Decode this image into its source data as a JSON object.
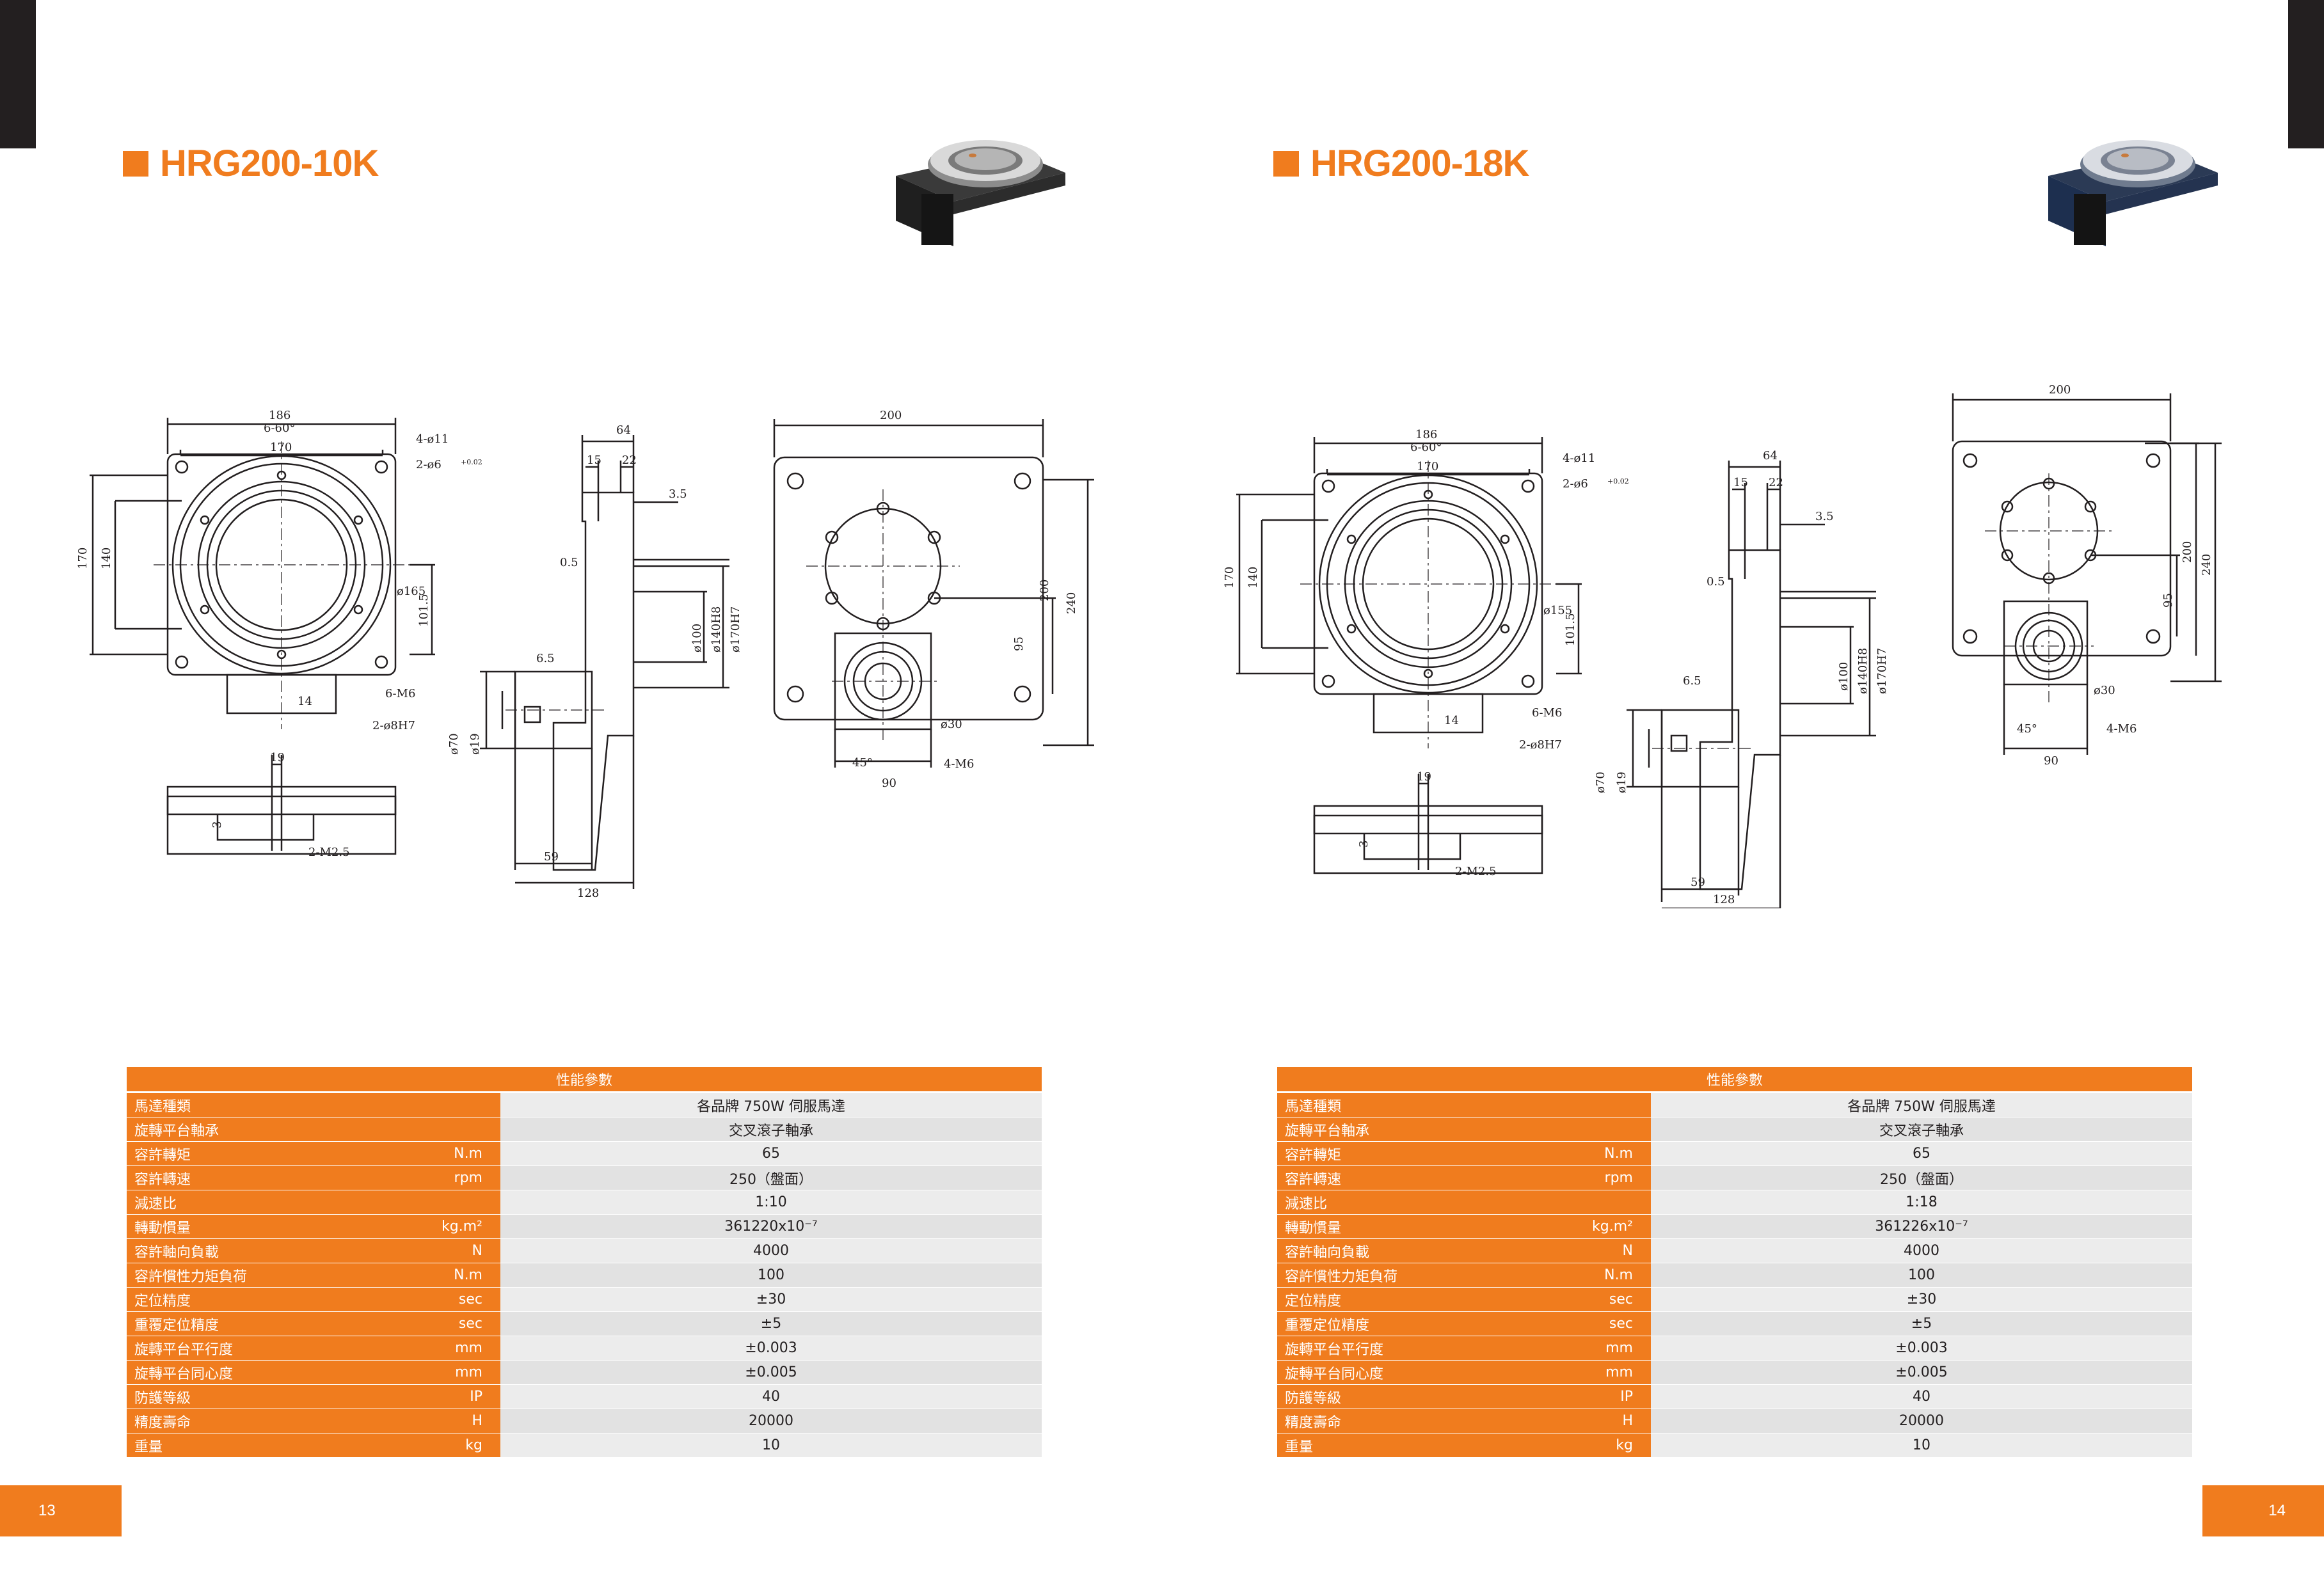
{
  "colors": {
    "accent": "#f07c1e",
    "dark": "#231f20",
    "row_gray": "#e6e6e6"
  },
  "pages": [
    {
      "title": "HRG200-10K",
      "page_number": "13",
      "photo_color": "#1f1f1f",
      "dims": {
        "w186": "186",
        "w170": "170",
        "a660": "6-60°",
        "h411": "4-ø11",
        "h26": "2-ø6",
        "tol": "+0.02",
        "h170": "170",
        "h140": "140",
        "d165": "ø165",
        "h101": "101.5",
        "m6": "6-M6",
        "w14": "14",
        "h2b": "2-ø8H7",
        "w64": "64",
        "w15": "15",
        "w22": "22",
        "h35": "3.5",
        "h05": "0.5",
        "h65": "6.5",
        "d100": "ø100",
        "d140": "ø140H8",
        "d170": "ø170H7",
        "d70": "ø70",
        "d19": "ø19",
        "w59": "59",
        "w128": "128",
        "w19": "19",
        "h3": "3",
        "m25": "2-M2.5",
        "w200": "200",
        "h200": "200",
        "h240": "240",
        "h95": "95",
        "d30": "ø30",
        "a45": "45°",
        "w90": "90",
        "m46": "4-M6"
      },
      "table": {
        "header": "性能參數",
        "rows": [
          {
            "name": "馬達種類",
            "unit": "",
            "value": "各品牌 750W 伺服馬達"
          },
          {
            "name": "旋轉平台軸承",
            "unit": "",
            "value": "交叉滾子軸承"
          },
          {
            "name": "容許轉矩",
            "unit": "N.m",
            "value": "65"
          },
          {
            "name": "容許轉速",
            "unit": "rpm",
            "value": "250（盤面）"
          },
          {
            "name": "減速比",
            "unit": "",
            "value": "1:10"
          },
          {
            "name": "轉動慣量",
            "unit": "kg.m²",
            "value": "361220x10⁻⁷"
          },
          {
            "name": "容許軸向負載",
            "unit": "N",
            "value": "4000"
          },
          {
            "name": "容許慣性力矩負荷",
            "unit": "N.m",
            "value": "100"
          },
          {
            "name": "定位精度",
            "unit": "sec",
            "value": "±30"
          },
          {
            "name": "重覆定位精度",
            "unit": "sec",
            "value": "±5"
          },
          {
            "name": "旋轉平台平行度",
            "unit": "mm",
            "value": "±0.003"
          },
          {
            "name": "旋轉平台同心度",
            "unit": "mm",
            "value": "±0.005"
          },
          {
            "name": "防護等級",
            "unit": "IP",
            "value": "40"
          },
          {
            "name": "精度壽命",
            "unit": "H",
            "value": "20000"
          },
          {
            "name": "重量",
            "unit": "kg",
            "value": "10"
          }
        ]
      }
    },
    {
      "title": "HRG200-18K",
      "page_number": "14",
      "photo_color": "#1d2f4f",
      "dims": {
        "w186": "186",
        "w170": "170",
        "a660": "6-60°",
        "h411": "4-ø11",
        "h26": "2-ø6",
        "tol": "+0.02",
        "h170": "170",
        "h140": "140",
        "d165": "ø155",
        "h101": "101.5",
        "m6": "6-M6",
        "w14": "14",
        "h2b": "2-ø8H7",
        "w64": "64",
        "w15": "15",
        "w22": "22",
        "h35": "3.5",
        "h05": "0.5",
        "h65": "6.5",
        "d100": "ø100",
        "d140": "ø140H8",
        "d170": "ø170H7",
        "d70": "ø70",
        "d19": "ø19",
        "w59": "59",
        "w128": "128",
        "w19": "19",
        "h3": "3",
        "m25": "2-M2.5",
        "w200": "200",
        "h200": "200",
        "h240": "240",
        "h95": "95",
        "d30": "ø30",
        "a45": "45°",
        "w90": "90",
        "m46": "4-M6"
      },
      "table": {
        "header": "性能參數",
        "rows": [
          {
            "name": "馬達種類",
            "unit": "",
            "value": "各品牌 750W 伺服馬達"
          },
          {
            "name": "旋轉平台軸承",
            "unit": "",
            "value": "交叉滾子軸承"
          },
          {
            "name": "容許轉矩",
            "unit": "N.m",
            "value": "65"
          },
          {
            "name": "容許轉速",
            "unit": "rpm",
            "value": "250（盤面）"
          },
          {
            "name": "減速比",
            "unit": "",
            "value": "1:18"
          },
          {
            "name": "轉動慣量",
            "unit": "kg.m²",
            "value": "361226x10⁻⁷"
          },
          {
            "name": "容許軸向負載",
            "unit": "N",
            "value": "4000"
          },
          {
            "name": "容許慣性力矩負荷",
            "unit": "N.m",
            "value": "100"
          },
          {
            "name": "定位精度",
            "unit": "sec",
            "value": "±30"
          },
          {
            "name": "重覆定位精度",
            "unit": "sec",
            "value": "±5"
          },
          {
            "name": "旋轉平台平行度",
            "unit": "mm",
            "value": "±0.003"
          },
          {
            "name": "旋轉平台同心度",
            "unit": "mm",
            "value": "±0.005"
          },
          {
            "name": "防護等級",
            "unit": "IP",
            "value": "40"
          },
          {
            "name": "精度壽命",
            "unit": "H",
            "value": "20000"
          },
          {
            "name": "重量",
            "unit": "kg",
            "value": "10"
          }
        ]
      }
    }
  ]
}
